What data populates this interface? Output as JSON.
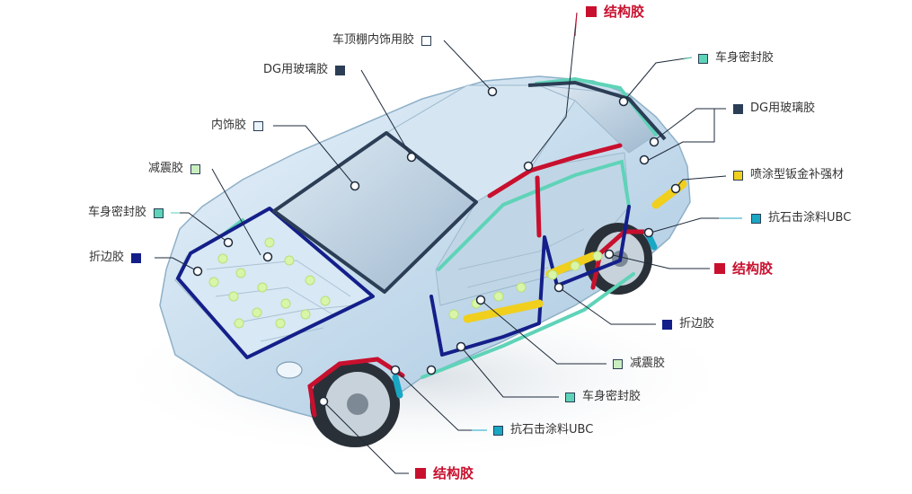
{
  "colors": {
    "structural": "#c8102e",
    "hemming": "#141f8a",
    "sealing": "#5fd3b8",
    "damping": "#c9eec0",
    "ubc": "#19a7c4",
    "glass": "#2c3e55",
    "trim": "#e9f4fb",
    "spray": "#f0cf1d",
    "leader": "#1e2a3a"
  },
  "labels": {
    "structural_top": "结构胶",
    "structural_right": "结构胶",
    "structural_bottom": "结构胶",
    "headliner": "车顶棚内饰用胶",
    "dg_glass_left": "DG用玻璃胶",
    "dg_glass_right": "DG用玻璃胶",
    "interior": "内饰胶",
    "damping_left": "减震胶",
    "damping_right": "减震胶",
    "sealing_left": "车身密封胶",
    "sealing_top_right": "车身密封胶",
    "sealing_bottom": "车身密封胶",
    "hemming_left": "折边胶",
    "hemming_right": "折边胶",
    "spray_reinforce": "喷涂型钣金补强材",
    "ubc_right": "抗石击涂料UBC",
    "ubc_bottom": "抗石击涂料UBC"
  }
}
